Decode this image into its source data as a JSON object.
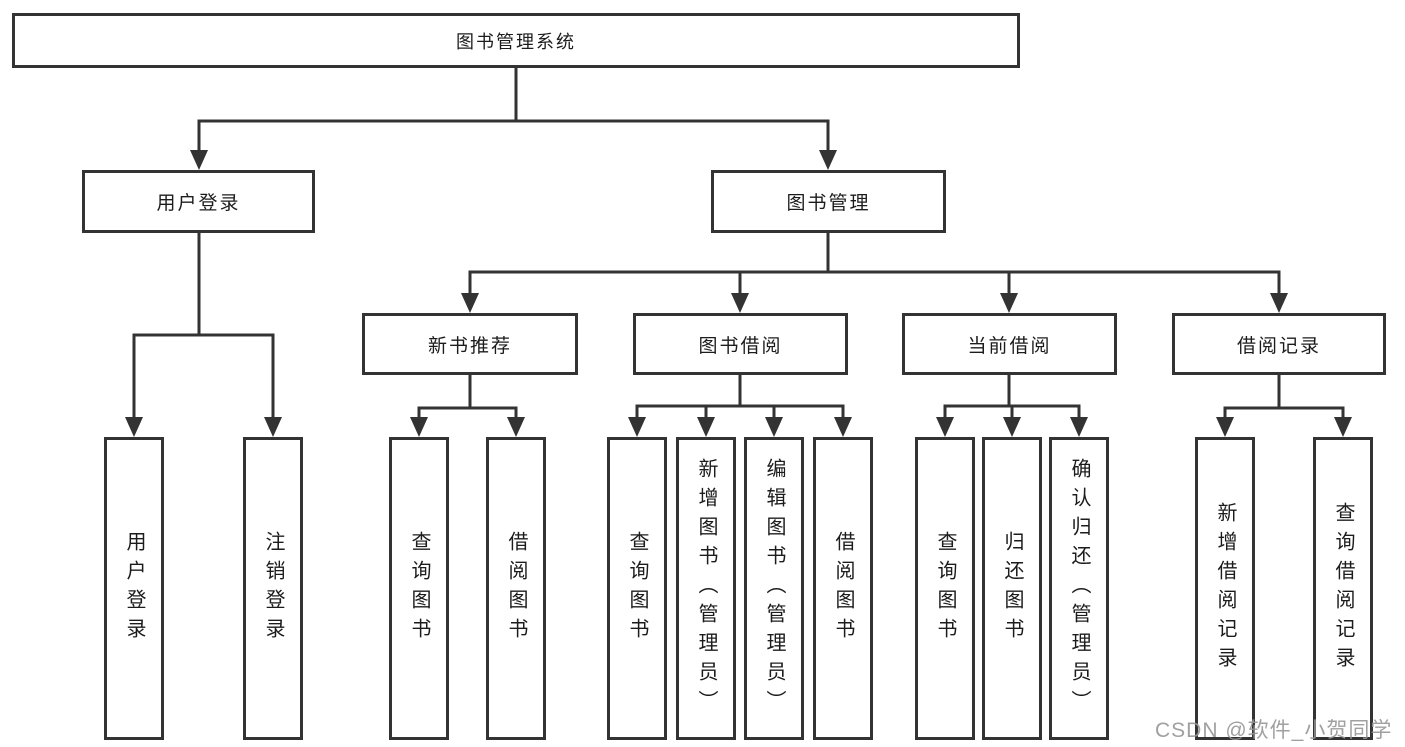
{
  "tree": {
    "root": "图书管理系统",
    "branches": [
      {
        "label": "用户登录",
        "leaves": [
          "用户登录",
          "注销登录"
        ]
      },
      {
        "label": "图书管理",
        "groups": [
          {
            "label": "新书推荐",
            "leaves": [
              "查询图书",
              "借阅图书"
            ]
          },
          {
            "label": "图书借阅",
            "leaves": [
              "查询图书",
              "新增图书（管理员）",
              "编辑图书（管理员）",
              "借阅图书"
            ]
          },
          {
            "label": "当前借阅",
            "leaves": [
              "查询图书",
              "归还图书",
              "确认归还（管理员）"
            ]
          },
          {
            "label": "借阅记录",
            "leaves": [
              "新增借阅记录",
              "查询借阅记录"
            ]
          }
        ]
      }
    ]
  },
  "watermark": "CSDN @软件_小贺同学",
  "colors": {
    "line": "#333333",
    "text": "#1c1c1c",
    "background": "#ffffff",
    "watermark": "#969696"
  }
}
